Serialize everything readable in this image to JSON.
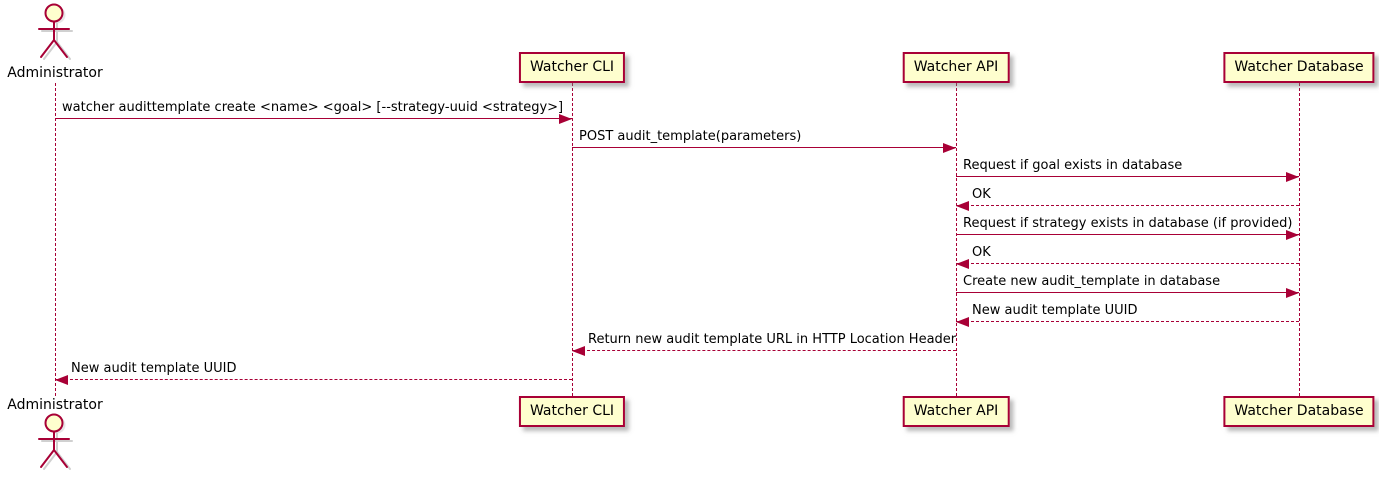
{
  "diagram": {
    "type": "sequence",
    "colors": {
      "accent": "#A80036",
      "participant_fill": "#FEFECE",
      "text": "#000000",
      "background": "#FFFFFF"
    },
    "actor": {
      "name": "Administrator"
    },
    "participants": [
      {
        "label": "Watcher CLI"
      },
      {
        "label": "Watcher API"
      },
      {
        "label": "Watcher Database"
      }
    ],
    "messages": [
      {
        "from": "Administrator",
        "to": "Watcher CLI",
        "label": "watcher audittemplate create <name> <goal> [--strategy-uuid <strategy>]",
        "line": "solid"
      },
      {
        "from": "Watcher CLI",
        "to": "Watcher API",
        "label": "POST audit_template(parameters)",
        "line": "solid"
      },
      {
        "from": "Watcher API",
        "to": "Watcher Database",
        "label": "Request if goal exists in database",
        "line": "solid"
      },
      {
        "from": "Watcher Database",
        "to": "Watcher API",
        "label": "OK",
        "line": "dashed"
      },
      {
        "from": "Watcher API",
        "to": "Watcher Database",
        "label": "Request if strategy exists in database (if provided)",
        "line": "solid"
      },
      {
        "from": "Watcher Database",
        "to": "Watcher API",
        "label": "OK",
        "line": "dashed"
      },
      {
        "from": "Watcher API",
        "to": "Watcher Database",
        "label": "Create new audit_template in database",
        "line": "solid"
      },
      {
        "from": "Watcher Database",
        "to": "Watcher API",
        "label": "New audit template UUID",
        "line": "dashed"
      },
      {
        "from": "Watcher API",
        "to": "Watcher CLI",
        "label": "Return new audit template URL in HTTP Location Header",
        "line": "dashed"
      },
      {
        "from": "Watcher CLI",
        "to": "Administrator",
        "label": "New audit template UUID",
        "line": "dashed"
      }
    ]
  }
}
